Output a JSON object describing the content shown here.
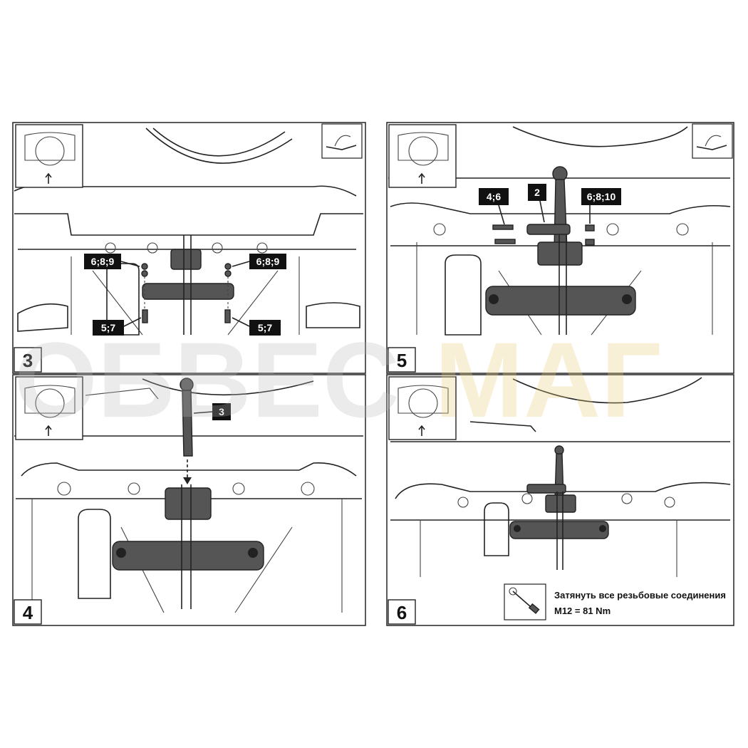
{
  "panels": [
    {
      "number": "3",
      "callouts": [
        "6;8;9",
        "6;8;9",
        "5;7",
        "5;7"
      ]
    },
    {
      "number": "4",
      "callouts": [
        "3"
      ]
    },
    {
      "number": "5",
      "callouts": [
        "4;6",
        "2",
        "6;8;10"
      ]
    },
    {
      "number": "6",
      "callouts": []
    }
  ],
  "note": {
    "line1": "Затянуть все резьбовые соединения",
    "line2": "M12 = 81 Nm",
    "icon": "torque-wrench-icon"
  },
  "watermark": {
    "part1": "ОБВЕС",
    "part2": "МАГ",
    "color1": "#b9b9b9",
    "color2": "#e8cf7a"
  }
}
